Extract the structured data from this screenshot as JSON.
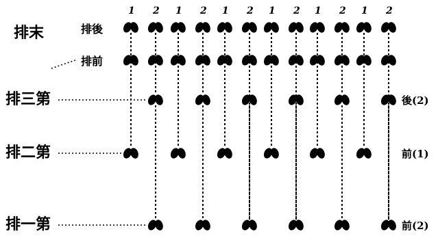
{
  "labels": {
    "last_row": "排末",
    "back_row": "排後",
    "front_row": "排前",
    "row3": "排三第",
    "row2": "排二第",
    "row1": "排一第"
  },
  "right_tags": {
    "row3": "後(2)",
    "row2": "前(1)",
    "row1": "前(2)"
  },
  "numbers": [
    "1",
    "2",
    "1",
    "2",
    "1",
    "2",
    "1",
    "2",
    "1",
    "2",
    "1",
    "2"
  ]
}
